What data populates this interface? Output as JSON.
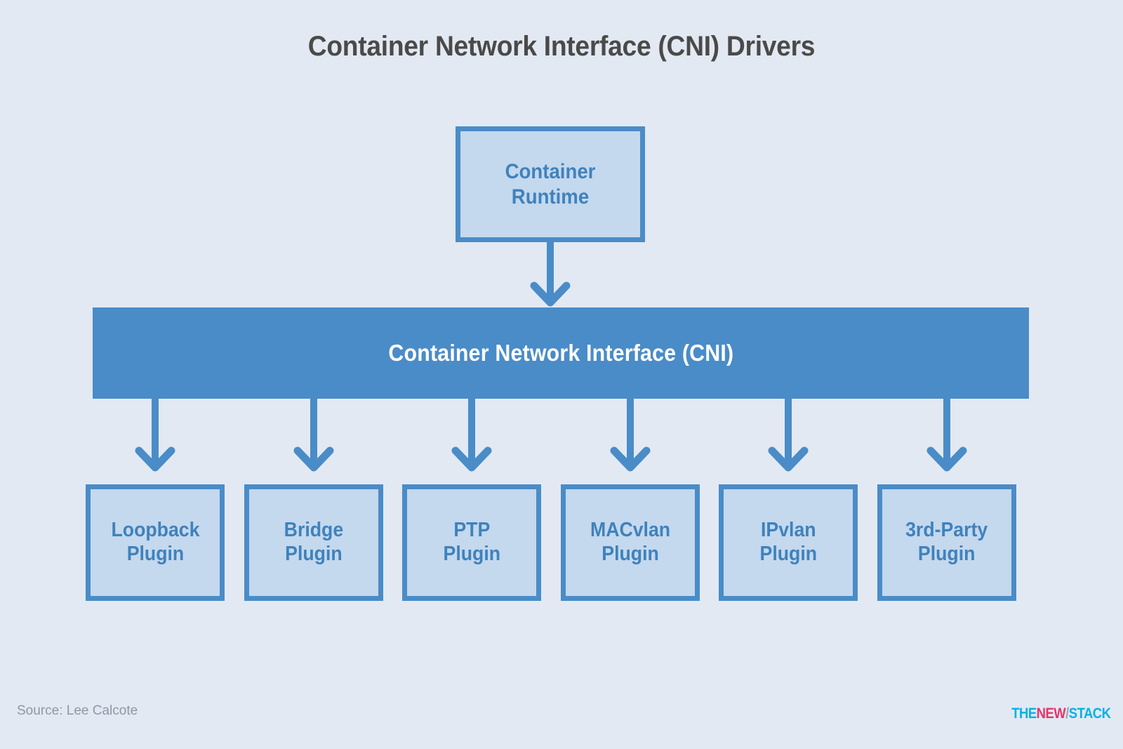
{
  "page": {
    "title": "Container Network Interface (CNI) Drivers",
    "background_color": "#e2e9f3"
  },
  "colors": {
    "accent_blue": "#4a8cc7",
    "box_fill": "#c4d8ee",
    "box_text": "#3f82bc",
    "title_text": "#4a4a48",
    "bar_text": "#ffffff",
    "source_text": "#8e97a4",
    "logo_cyan": "#00b2e3",
    "logo_pink": "#e8336d",
    "logo_slash": "#9aa4b1"
  },
  "runtime": {
    "label": "Container\nRuntime"
  },
  "cni_bar": {
    "label": "Container Network Interface (CNI)"
  },
  "plugins": [
    {
      "label": "Loopback\nPlugin"
    },
    {
      "label": "Bridge\nPlugin"
    },
    {
      "label": "PTP\nPlugin"
    },
    {
      "label": "MACvlan\nPlugin"
    },
    {
      "label": "IPvlan\nPlugin"
    },
    {
      "label": "3rd-Party\nPlugin"
    }
  ],
  "footer": {
    "source": "Source: Lee Calcote",
    "logo": {
      "part1": "THE",
      "part2": "NEW",
      "slash": "/",
      "part3": "STACK"
    }
  },
  "chart_data": {
    "type": "diagram",
    "title": "Container Network Interface (CNI) Drivers",
    "nodes": [
      {
        "id": "runtime",
        "label": "Container Runtime",
        "level": 0
      },
      {
        "id": "cni",
        "label": "Container Network Interface (CNI)",
        "level": 1
      },
      {
        "id": "loopback",
        "label": "Loopback Plugin",
        "level": 2
      },
      {
        "id": "bridge",
        "label": "Bridge Plugin",
        "level": 2
      },
      {
        "id": "ptp",
        "label": "PTP Plugin",
        "level": 2
      },
      {
        "id": "macvlan",
        "label": "MACvlan Plugin",
        "level": 2
      },
      {
        "id": "ipvlan",
        "label": "IPvlan Plugin",
        "level": 2
      },
      {
        "id": "thirdparty",
        "label": "3rd-Party Plugin",
        "level": 2
      }
    ],
    "edges": [
      {
        "from": "runtime",
        "to": "cni"
      },
      {
        "from": "cni",
        "to": "loopback"
      },
      {
        "from": "cni",
        "to": "bridge"
      },
      {
        "from": "cni",
        "to": "ptp"
      },
      {
        "from": "cni",
        "to": "macvlan"
      },
      {
        "from": "cni",
        "to": "ipvlan"
      },
      {
        "from": "cni",
        "to": "thirdparty"
      }
    ]
  }
}
